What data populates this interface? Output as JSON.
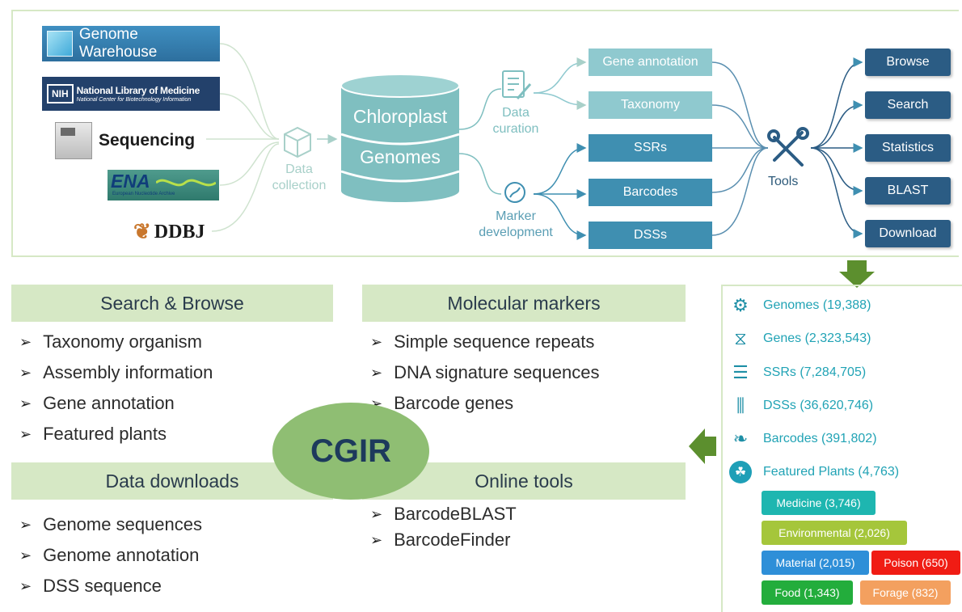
{
  "sources": {
    "genome_warehouse": "Genome Warehouse",
    "nih_badge": "NIH",
    "nlm_title": "National Library of Medicine",
    "nlm_subtitle": "National Center for Biotechnology Information",
    "sequencing": "Sequencing",
    "ena": "ENA",
    "ena_subtitle": "European Nucleotide Archive",
    "ddbj": "DDBJ"
  },
  "flow": {
    "data_collection": [
      "Data",
      "collection"
    ],
    "database": [
      "Chloroplast",
      "Genomes"
    ],
    "data_curation": [
      "Data",
      "curation"
    ],
    "marker_development": [
      "Marker",
      "development"
    ],
    "modules": [
      "Gene annotation",
      "Taxonomy",
      "SSRs",
      "Barcodes",
      "DSSs"
    ],
    "tools_label": "Tools",
    "tools": [
      "Browse",
      "Search",
      "Statistics",
      "BLAST",
      "Download"
    ]
  },
  "panels": {
    "search_browse": {
      "title": "Search & Browse",
      "items": [
        "Taxonomy organism",
        "Assembly information",
        "Gene annotation",
        "Featured plants"
      ]
    },
    "molecular_markers": {
      "title": "Molecular markers",
      "items": [
        "Simple sequence repeats",
        "DNA signature sequences",
        "Barcode genes"
      ]
    },
    "data_downloads": {
      "title": "Data downloads",
      "items": [
        "Genome sequences",
        "Genome annotation",
        "DSS sequence"
      ]
    },
    "online_tools": {
      "title": "Online tools",
      "items": [
        "BarcodeBLAST",
        "BarcodeFinder"
      ]
    },
    "center": "CGIR"
  },
  "stats": {
    "genomes": "Genomes (19,388)",
    "genes": "Genes (2,323,543)",
    "ssrs": "SSRs (7,284,705)",
    "dsss": "DSSs (36,620,746)",
    "barcodes": "Barcodes (391,802)",
    "featured": "Featured Plants (4,763)",
    "categories": {
      "medicine": "Medicine (3,746)",
      "environmental": "Environmental (2,026)",
      "material": "Material (2,015)",
      "poison": "Poison (650)",
      "food": "Food (1,343)",
      "forage": "Forage (832)"
    }
  },
  "colors": {
    "frame_green": "#d6e8c5",
    "center_green": "#8fbe73",
    "db_teal": "#7fbfc0",
    "arrow_green": "#5c8f2e",
    "navy": "#2b5c84",
    "stat_teal": "#21a3b5",
    "medicine": "#1eb6b0",
    "environmental": "#a5c63b",
    "material": "#2e8fd8",
    "poison": "#f01c14",
    "food": "#23ad3c",
    "forage": "#f3a05f"
  }
}
